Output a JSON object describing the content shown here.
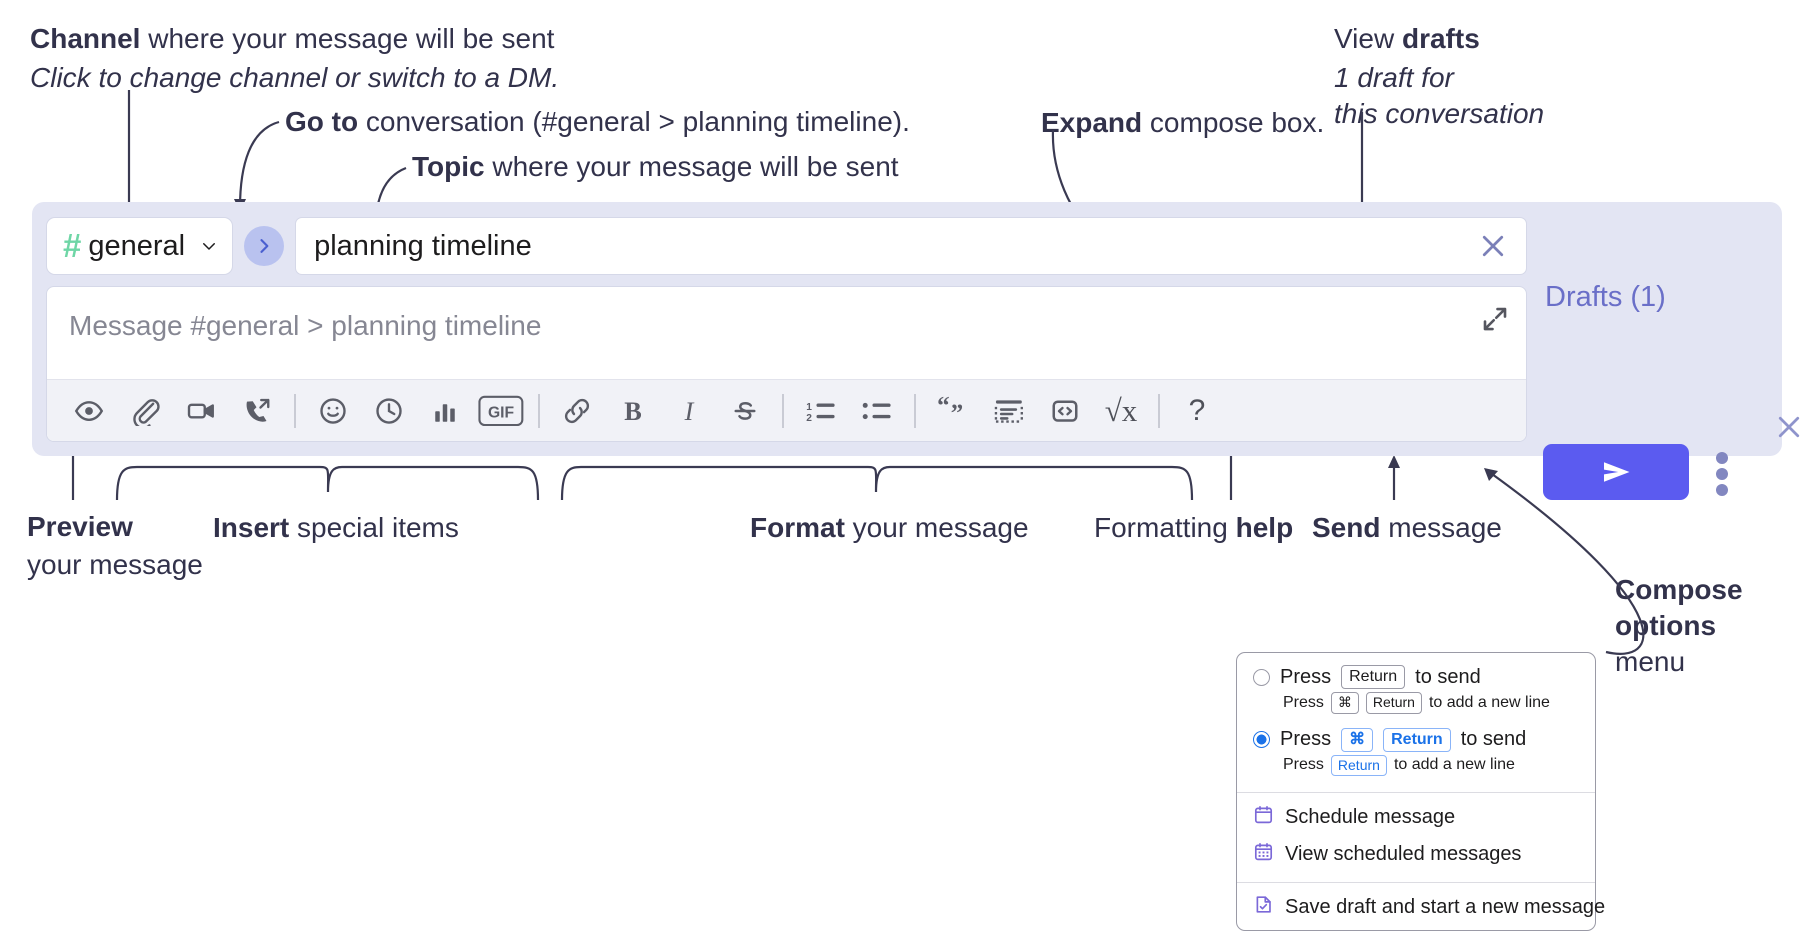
{
  "annotations": {
    "channel": {
      "bold": "Channel",
      "rest": " where your message will be sent",
      "italic": "Click to change channel or switch to a DM."
    },
    "goto": {
      "bold": "Go to",
      "rest": " conversation (#general > planning timeline)."
    },
    "topic": {
      "bold": "Topic",
      "rest": " where your message will be sent"
    },
    "expand": {
      "bold": "Expand",
      "rest": " compose box."
    },
    "drafts": {
      "plain": "View ",
      "bold": "drafts",
      "italic_line1": "1 draft for",
      "italic_line2": "this conversation"
    },
    "preview": {
      "bold": "Preview",
      "line2": "your message"
    },
    "insert": {
      "bold": "Insert",
      "rest": " special items"
    },
    "format": {
      "bold": "Format",
      "rest": " your message"
    },
    "help": {
      "plain": "Formatting ",
      "bold": "help"
    },
    "send": {
      "bold": "Send",
      "rest": " message"
    },
    "compose_options": {
      "bold_line1": "Compose",
      "bold_line2": "options",
      "line3": "menu"
    }
  },
  "compose": {
    "channel_name": "general",
    "channel_hash": "#",
    "topic_value": "planning timeline",
    "message_placeholder": "Message #general > planning timeline",
    "drafts_label": "Drafts (1)",
    "gif_label": "GIF",
    "help_label": "?",
    "math_label": "√x",
    "toolbar_icons": [
      "eye-icon",
      "paperclip-icon",
      "video-camera-icon",
      "phone-forward-icon",
      "emoji-icon",
      "clock-icon",
      "bar-chart-icon",
      "gif-icon",
      "link-icon",
      "bold-icon",
      "italic-icon",
      "strikethrough-icon",
      "ordered-list-icon",
      "bulleted-list-icon",
      "blockquote-icon",
      "code-block-icon",
      "code-inline-icon",
      "math-icon",
      "help-icon"
    ]
  },
  "options_menu": {
    "option_return": {
      "prefix": "Press",
      "key": "Return",
      "suffix": "to send",
      "hint_prefix": "Press",
      "hint_key1": "⌘",
      "hint_key2": "Return",
      "hint_suffix": "to add a new line",
      "selected": false
    },
    "option_cmd_return": {
      "prefix": "Press",
      "key1": "⌘",
      "key2": "Return",
      "suffix": "to send",
      "hint_prefix": "Press",
      "hint_key": "Return",
      "hint_suffix": "to add a new line",
      "selected": true
    },
    "items": [
      {
        "label": "Schedule message",
        "icon": "calendar-icon"
      },
      {
        "label": "View scheduled messages",
        "icon": "calendar-grid-icon"
      },
      {
        "label": "Save draft and start a new message",
        "icon": "save-draft-icon"
      }
    ]
  },
  "colors": {
    "compose_bg": "#e3e5f3",
    "send_button": "#5b5bf0",
    "hash_green": "#6fd6a6",
    "drafts_purple": "#6a6fc8",
    "goto_circle": "#b9c2ef",
    "radio_blue": "#1b72e8",
    "menu_icon_purple": "#7b68d8",
    "text_dark": "#32324b"
  }
}
